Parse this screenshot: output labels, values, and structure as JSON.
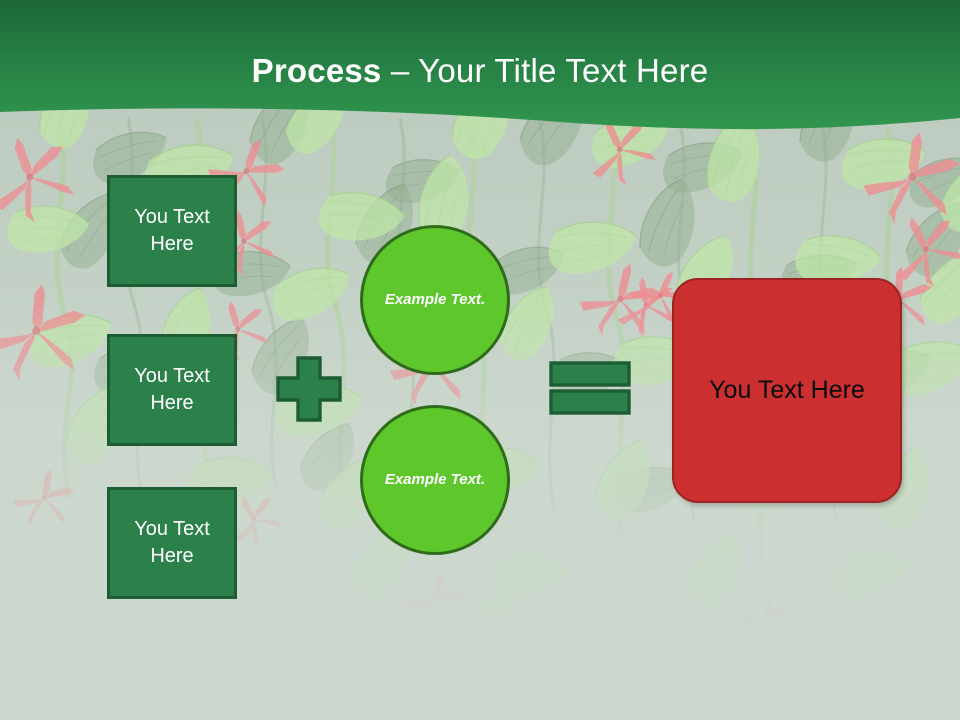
{
  "slide": {
    "title_strong": "Process",
    "title_rest": " – Your Title Text Here",
    "background_color": "#c6d2c8",
    "header_color_top": "#1e6b3a",
    "header_color_bottom": "#2f9150"
  },
  "inputs": {
    "boxes": [
      {
        "label": "You Text Here"
      },
      {
        "label": "You Text Here"
      },
      {
        "label": "You Text Here"
      }
    ],
    "fill_color": "#2c8049",
    "border_color": "#1c5d33",
    "text_color": "#ffffff"
  },
  "operators": {
    "plus": "plus-sign",
    "equals": "equals-sign",
    "fill_color": "#2c8049",
    "border_color": "#1c5d33"
  },
  "circles": {
    "items": [
      {
        "label": "Example Text."
      },
      {
        "label": "Example Text."
      }
    ],
    "fill_color": "#5ec72c",
    "border_color": "#2e6b1b",
    "text_color": "#ffffff"
  },
  "result": {
    "label": "You Text Here",
    "fill_color": "#cc2f2f",
    "border_color": "#9e2222",
    "text_color": "#0a0a0a"
  }
}
